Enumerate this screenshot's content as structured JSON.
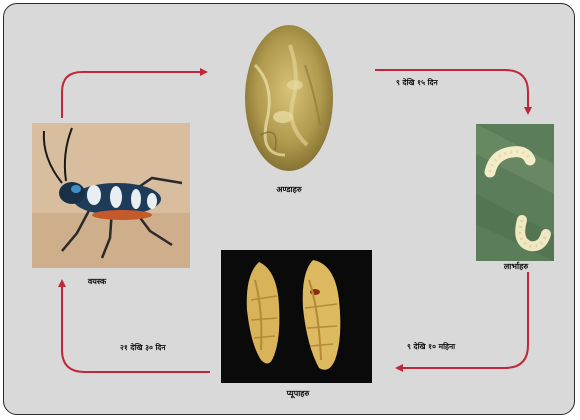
{
  "stages": {
    "eggs": "अण्डाहरु",
    "larvae": "लार्भाहरु",
    "pupae": "प्यूपाहरु",
    "adult": "वयस्क"
  },
  "durations": {
    "eggs_to_larvae": "९ देखि १५ दिन",
    "larvae_to_pupae": "९ देखि १० महिना",
    "pupae_to_adult": "२१ देखि ३० दिन"
  },
  "colors": {
    "arrow": "#c0283a",
    "panel": "#d9d9d9"
  }
}
